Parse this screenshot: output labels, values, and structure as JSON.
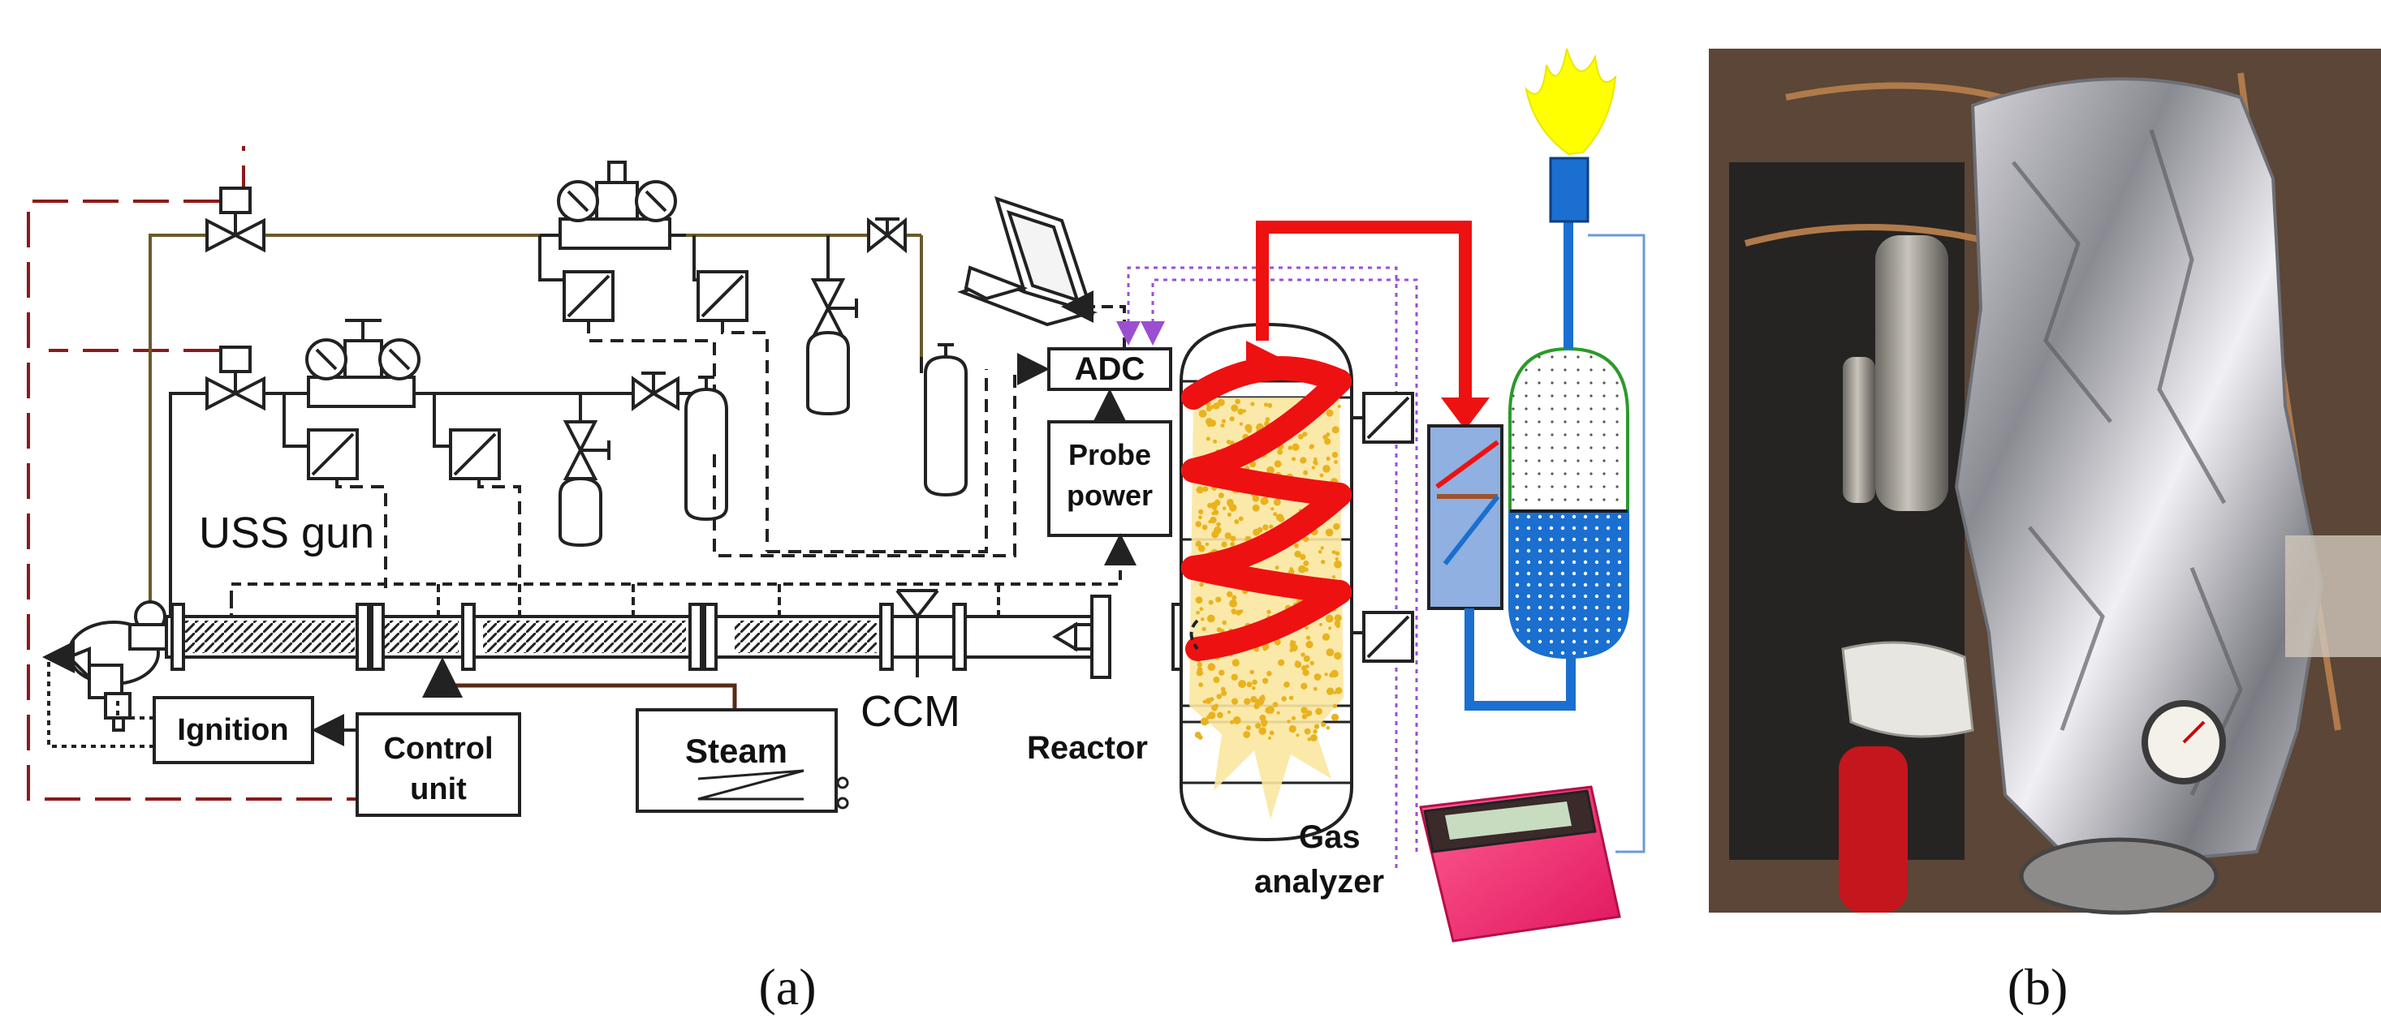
{
  "labels": {
    "uss_gun": "USS gun",
    "ccm": "CCM",
    "reactor": "Reactor",
    "adc": "ADC",
    "probe_power_line1": "Probe",
    "probe_power_line2": "power",
    "ignition": "Ignition",
    "control_unit_line1": "Control",
    "control_unit_line2": "unit",
    "steam": "Steam",
    "gas_analyzer_line1": "Gas",
    "gas_analyzer_line2": "analyzer"
  },
  "captions": {
    "a": "(a)",
    "b": "(b)"
  },
  "colors": {
    "red": "#ee1111",
    "blue": "#1a6fd0",
    "yellow_flame": "#ffff00",
    "particles": "#f2c233",
    "olive_pipe": "#6b5a2a",
    "dark_red_dash": "#8b1a1a",
    "purple_dotted": "#9b4fd0"
  }
}
